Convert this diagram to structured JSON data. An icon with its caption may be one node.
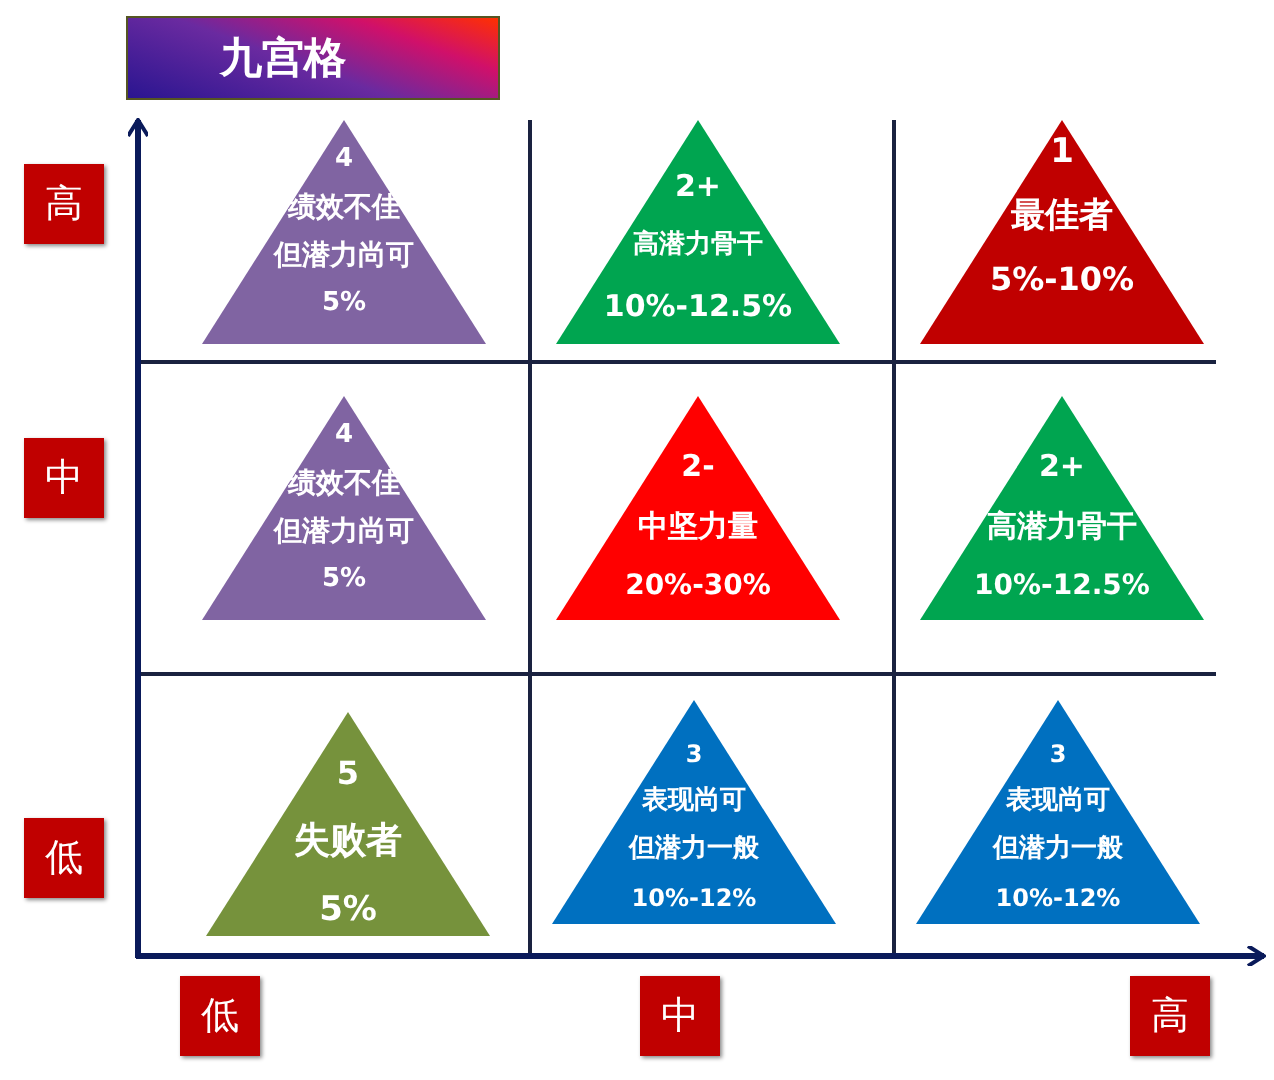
{
  "diagram": {
    "title": "九宫格",
    "nodes": [
      {
        "text": [
          "高"
        ]
      },
      {
        "text": [
          "4",
          "绩效不佳但潜力尚可",
          "5%"
        ]
      },
      {
        "text": [
          "2+",
          "高潜力骨干",
          "10%-12.5%"
        ]
      },
      {
        "text": [
          "1",
          "最佳者",
          "5%-10%"
        ]
      },
      {
        "text": [
          "中"
        ]
      },
      {
        "text": [
          "4",
          "绩效不佳但潜力尚可",
          "5%"
        ]
      },
      {
        "text": [
          "2-",
          "中坚力量",
          "20%-30%"
        ]
      },
      {
        "text": [
          "2+",
          "高潜力骨干",
          "10%-12.5%"
        ]
      },
      {
        "text": [
          "低"
        ]
      },
      {
        "text": [
          "5",
          "失败者",
          "5%"
        ]
      },
      {
        "text": [
          "3",
          "表现尚可但潜力一般",
          "10%-12%"
        ]
      },
      {
        "text": [
          "3",
          "表现尚可但潜力一般",
          "10%-12%"
        ]
      },
      {
        "text": [
          "低"
        ]
      },
      {
        "text": [
          "中"
        ]
      },
      {
        "text": [
          "高"
        ]
      }
    ]
  }
}
